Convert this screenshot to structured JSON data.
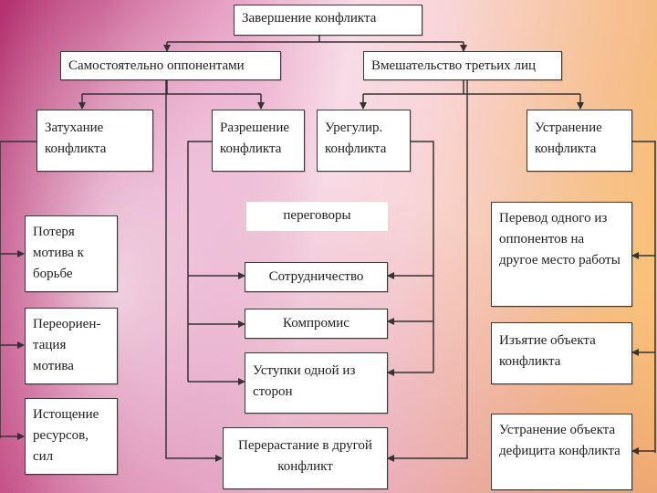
{
  "nodes": {
    "root": "Завершение конфликта",
    "independent": "Самостоятельно оппонентами",
    "third_party": "Вмешательство третьих лиц",
    "fading": "Затухание конфликта",
    "resolution": "Разрешение конфликта",
    "settlement": "Урегулир. конфликта",
    "elimination": "Устранение конфликта",
    "negotiations": "переговоры",
    "cooperation": "Сотрудничество",
    "compromise": "Компромис",
    "concessions": "Уступки одной из сторон",
    "escalation": "Перерастание в другой конфликт",
    "motive_loss": "Потеря мотива к борьбе",
    "reorientation": "Переориен-тация мотива",
    "exhaustion": "Истощение ресурсов, сил",
    "transfer": "Перевод одного из оппонентов на другое место работы",
    "object_removal": "Изъятие объекта конфликта",
    "deficit_removal": "Устранение объекта дефицита конфликта"
  },
  "colors": {
    "box_fill": "#ffffff",
    "box_border": "#3a3a3a",
    "connector": "#333333"
  }
}
